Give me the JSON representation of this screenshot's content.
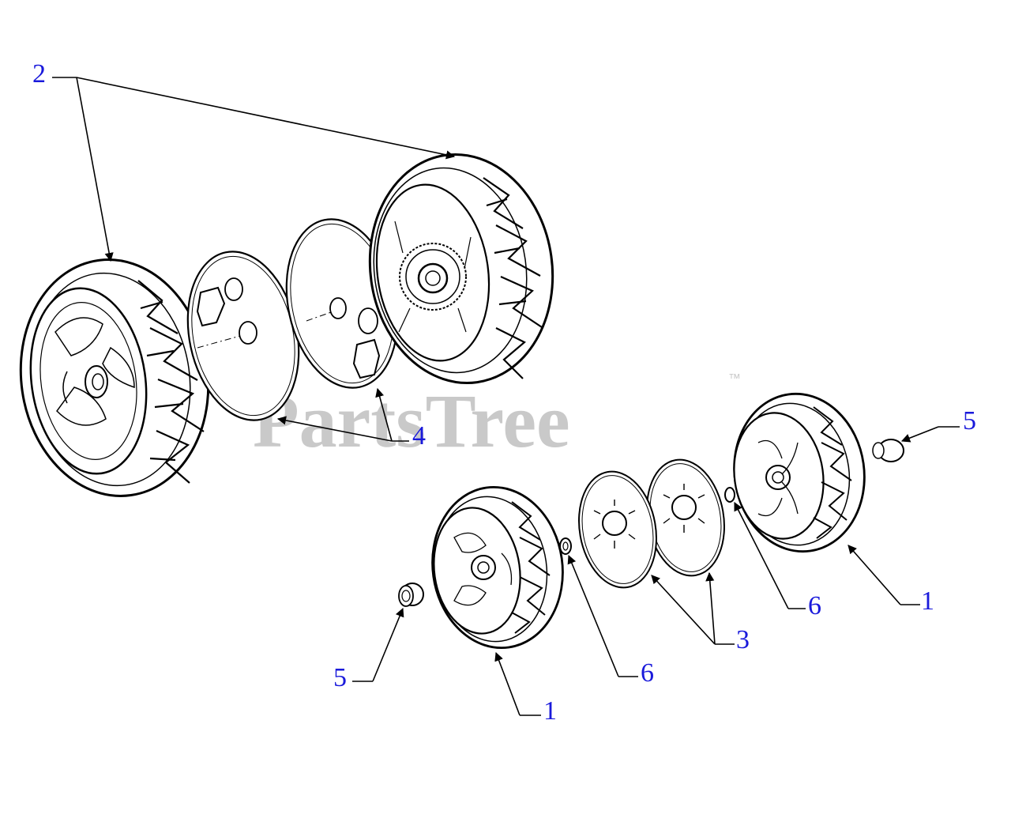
{
  "watermark": {
    "text": "PartsTree",
    "tm": "™"
  },
  "callouts": {
    "c2": "2",
    "c4": "4",
    "c5a": "5",
    "c1a": "1",
    "c6a": "6",
    "c3": "3",
    "c6b": "6",
    "c5b": "5",
    "c1b": "1"
  },
  "colors": {
    "callout": "#1a1adb",
    "watermark": "#c9c9c9",
    "linework": "#000000"
  }
}
